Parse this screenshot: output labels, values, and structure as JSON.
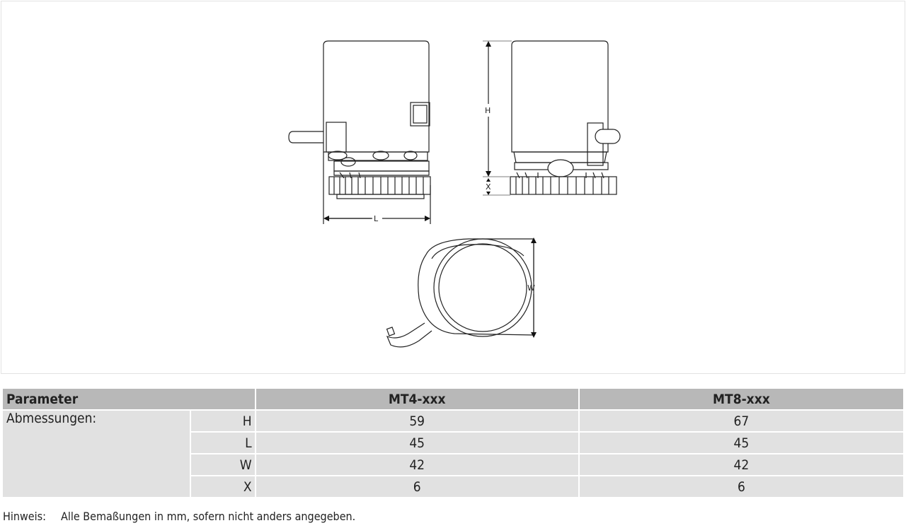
{
  "drawing": {
    "labels": {
      "h": "H",
      "x": "X",
      "l": "L",
      "w": "W"
    }
  },
  "table": {
    "headers": [
      "Parameter",
      "MT4-xxx",
      "MT8-xxx"
    ],
    "group_label": "Abmessungen:",
    "rows": [
      {
        "key": "H",
        "mt4": "59",
        "mt8": "67"
      },
      {
        "key": "L",
        "mt4": "45",
        "mt8": "45"
      },
      {
        "key": "W",
        "mt4": "42",
        "mt8": "42"
      },
      {
        "key": "X",
        "mt4": "6",
        "mt8": "6"
      }
    ]
  },
  "note": {
    "label": "Hinweis:",
    "text": "Alle Bemaßungen in mm, sofern nicht anders angegeben."
  }
}
